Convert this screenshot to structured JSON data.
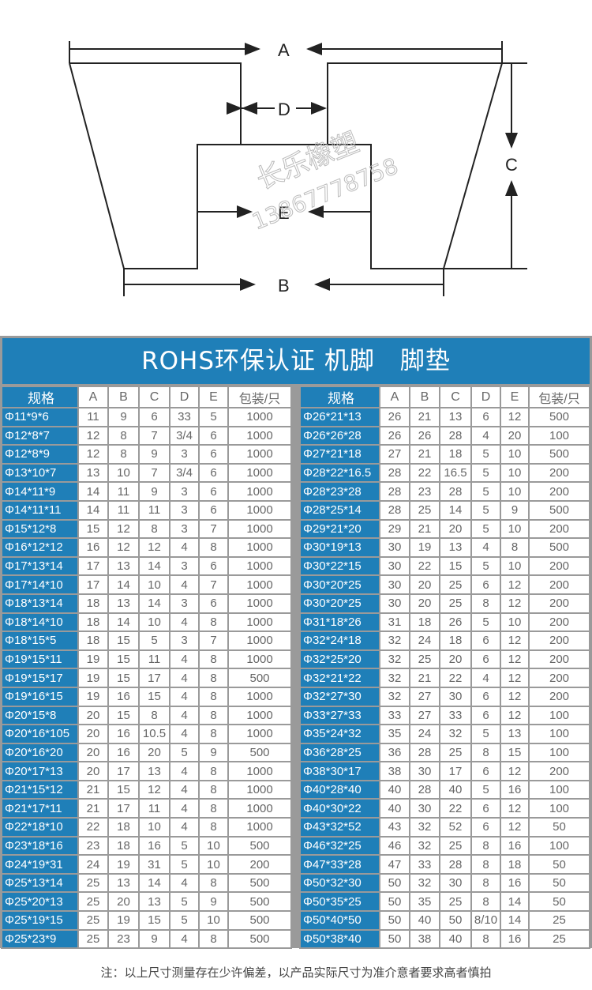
{
  "diagram": {
    "labels": {
      "a": "A",
      "b": "B",
      "c": "C",
      "d": "D",
      "e": "E"
    },
    "watermark": {
      "name": "长乐橡塑",
      "phone": "13867778758"
    }
  },
  "table": {
    "title": "ROHS环保认证 机脚　脚垫",
    "headers": [
      "规格",
      "A",
      "B",
      "C",
      "D",
      "E",
      "包装/只"
    ],
    "left": [
      [
        "Φ11*9*6",
        "11",
        "9",
        "6",
        "33",
        "5",
        "1000"
      ],
      [
        "Φ12*8*7",
        "12",
        "8",
        "7",
        "3/4",
        "6",
        "1000"
      ],
      [
        "Φ12*8*9",
        "12",
        "8",
        "9",
        "3",
        "6",
        "1000"
      ],
      [
        "Φ13*10*7",
        "13",
        "10",
        "7",
        "3/4",
        "6",
        "1000"
      ],
      [
        "Φ14*11*9",
        "14",
        "11",
        "9",
        "3",
        "6",
        "1000"
      ],
      [
        "Φ14*11*11",
        "14",
        "11",
        "11",
        "3",
        "6",
        "1000"
      ],
      [
        "Φ15*12*8",
        "15",
        "12",
        "8",
        "3",
        "7",
        "1000"
      ],
      [
        "Φ16*12*12",
        "16",
        "12",
        "12",
        "4",
        "8",
        "1000"
      ],
      [
        "Φ17*13*14",
        "17",
        "13",
        "14",
        "3",
        "6",
        "1000"
      ],
      [
        "Φ17*14*10",
        "17",
        "14",
        "10",
        "4",
        "7",
        "1000"
      ],
      [
        "Φ18*13*14",
        "18",
        "13",
        "14",
        "3",
        "6",
        "1000"
      ],
      [
        "Φ18*14*10",
        "18",
        "14",
        "10",
        "4",
        "8",
        "1000"
      ],
      [
        "Φ18*15*5",
        "18",
        "15",
        "5",
        "3",
        "7",
        "1000"
      ],
      [
        "Φ19*15*11",
        "19",
        "15",
        "11",
        "4",
        "8",
        "1000"
      ],
      [
        "Φ19*15*17",
        "19",
        "15",
        "17",
        "4",
        "8",
        "500"
      ],
      [
        "Φ19*16*15",
        "19",
        "16",
        "15",
        "4",
        "8",
        "1000"
      ],
      [
        "Φ20*15*8",
        "20",
        "15",
        "8",
        "4",
        "8",
        "1000"
      ],
      [
        "Φ20*16*105",
        "20",
        "16",
        "10.5",
        "4",
        "8",
        "1000"
      ],
      [
        "Φ20*16*20",
        "20",
        "16",
        "20",
        "5",
        "9",
        "500"
      ],
      [
        "Φ20*17*13",
        "20",
        "17",
        "13",
        "4",
        "8",
        "1000"
      ],
      [
        "Φ21*15*12",
        "21",
        "15",
        "12",
        "4",
        "8",
        "1000"
      ],
      [
        "Φ21*17*11",
        "21",
        "17",
        "11",
        "4",
        "8",
        "1000"
      ],
      [
        "Φ22*18*10",
        "22",
        "18",
        "10",
        "4",
        "8",
        "1000"
      ],
      [
        "Φ23*18*16",
        "23",
        "18",
        "16",
        "5",
        "10",
        "500"
      ],
      [
        "Φ24*19*31",
        "24",
        "19",
        "31",
        "5",
        "10",
        "200"
      ],
      [
        "Φ25*13*14",
        "25",
        "13",
        "14",
        "4",
        "8",
        "500"
      ],
      [
        "Φ25*20*13",
        "25",
        "20",
        "13",
        "5",
        "9",
        "500"
      ],
      [
        "Φ25*19*15",
        "25",
        "19",
        "15",
        "5",
        "10",
        "500"
      ],
      [
        "Φ25*23*9",
        "25",
        "23",
        "9",
        "4",
        "8",
        "500"
      ]
    ],
    "right": [
      [
        "Φ26*21*13",
        "26",
        "21",
        "13",
        "6",
        "12",
        "500"
      ],
      [
        "Φ26*26*28",
        "26",
        "26",
        "28",
        "4",
        "20",
        "100"
      ],
      [
        "Φ27*21*18",
        "27",
        "21",
        "18",
        "5",
        "10",
        "500"
      ],
      [
        "Φ28*22*16.5",
        "28",
        "22",
        "16.5",
        "5",
        "10",
        "200"
      ],
      [
        "Φ28*23*28",
        "28",
        "23",
        "28",
        "5",
        "10",
        "200"
      ],
      [
        "Φ28*25*14",
        "28",
        "25",
        "14",
        "5",
        "9",
        "500"
      ],
      [
        "Φ29*21*20",
        "29",
        "21",
        "20",
        "5",
        "10",
        "200"
      ],
      [
        "Φ30*19*13",
        "30",
        "19",
        "13",
        "4",
        "8",
        "500"
      ],
      [
        "Φ30*22*15",
        "30",
        "22",
        "15",
        "5",
        "10",
        "200"
      ],
      [
        "Φ30*20*25",
        "30",
        "20",
        "25",
        "6",
        "12",
        "200"
      ],
      [
        "Φ30*20*25",
        "30",
        "20",
        "25",
        "8",
        "12",
        "200"
      ],
      [
        "Φ31*18*26",
        "31",
        "18",
        "26",
        "5",
        "10",
        "200"
      ],
      [
        "Φ32*24*18",
        "32",
        "24",
        "18",
        "6",
        "12",
        "200"
      ],
      [
        "Φ32*25*20",
        "32",
        "25",
        "20",
        "6",
        "12",
        "200"
      ],
      [
        "Φ32*21*22",
        "32",
        "21",
        "22",
        "4",
        "12",
        "200"
      ],
      [
        "Φ32*27*30",
        "32",
        "27",
        "30",
        "6",
        "12",
        "200"
      ],
      [
        "Φ33*27*33",
        "33",
        "27",
        "33",
        "6",
        "12",
        "100"
      ],
      [
        "Φ35*24*32",
        "35",
        "24",
        "32",
        "5",
        "13",
        "100"
      ],
      [
        "Φ36*28*25",
        "36",
        "28",
        "25",
        "8",
        "15",
        "100"
      ],
      [
        "Φ38*30*17",
        "38",
        "30",
        "17",
        "6",
        "12",
        "200"
      ],
      [
        "Φ40*28*40",
        "40",
        "28",
        "40",
        "5",
        "16",
        "100"
      ],
      [
        "Φ40*30*22",
        "40",
        "30",
        "22",
        "6",
        "12",
        "100"
      ],
      [
        "Φ43*32*52",
        "43",
        "32",
        "52",
        "6",
        "12",
        "50"
      ],
      [
        "Φ46*32*25",
        "46",
        "32",
        "25",
        "8",
        "16",
        "100"
      ],
      [
        "Φ47*33*28",
        "47",
        "33",
        "28",
        "8",
        "18",
        "50"
      ],
      [
        "Φ50*32*30",
        "50",
        "32",
        "30",
        "8",
        "16",
        "50"
      ],
      [
        "Φ50*35*25",
        "50",
        "35",
        "25",
        "8",
        "14",
        "50"
      ],
      [
        "Φ50*40*50",
        "50",
        "40",
        "50",
        "8/10",
        "14",
        "25"
      ],
      [
        "Φ50*38*40",
        "50",
        "38",
        "40",
        "8",
        "16",
        "25"
      ]
    ]
  },
  "note": "注：以上尺寸测量存在少许偏差，以产品实际尺寸为准介意者要求高者慎拍",
  "colors": {
    "accent": "#1f7fb8",
    "grid": "#9a9a9a"
  }
}
